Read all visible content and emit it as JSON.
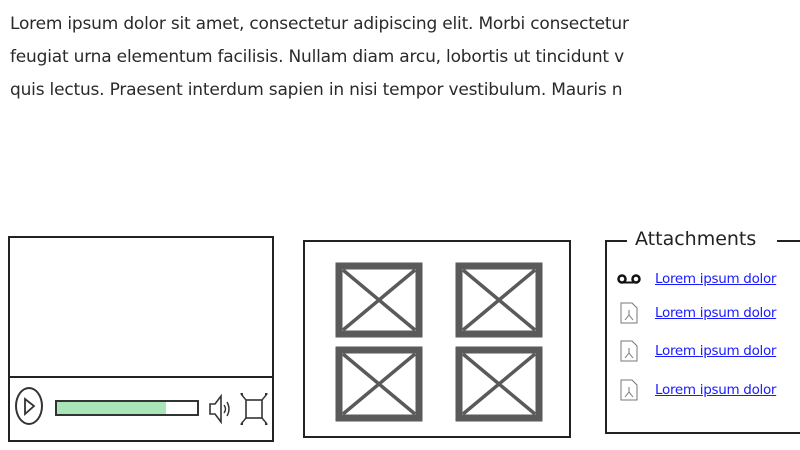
{
  "paragraph": {
    "lines": [
      "Lorem ipsum dolor sit amet, consectetur adipiscing elit. Morbi consectetur",
      "feugiat urna elementum facilisis. Nullam diam arcu, lobortis ut tincidunt v",
      "quis lectus. Praesent interdum sapien in nisi tempor vestibulum. Mauris n"
    ]
  },
  "video_player": {
    "progress_percent": 78,
    "progress_color": "#a8e6b8",
    "icons": [
      "play-icon",
      "volume-icon",
      "fullscreen-icon"
    ]
  },
  "image_gallery": {
    "thumbnails": [
      "image-placeholder",
      "image-placeholder",
      "image-placeholder",
      "image-placeholder"
    ]
  },
  "attachments": {
    "title": "Attachments",
    "link_color": "#1a1aff",
    "items": [
      {
        "icon": "voicemail-icon",
        "label": "Lorem ipsum dolor"
      },
      {
        "icon": "pdf-icon",
        "label": "Lorem ipsum dolor"
      },
      {
        "icon": "pdf-icon",
        "label": "Lorem ipsum dolor"
      },
      {
        "icon": "pdf-icon",
        "label": "Lorem ipsum dolor"
      }
    ]
  }
}
